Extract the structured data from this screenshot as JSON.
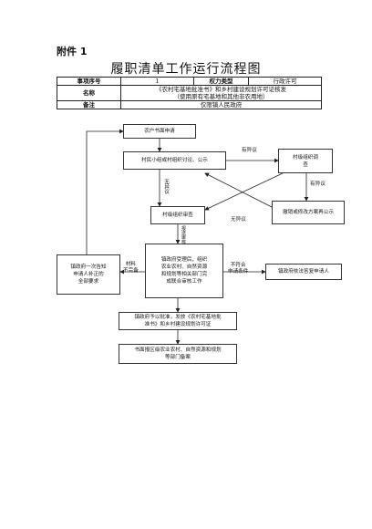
{
  "header": {
    "annex": "附件 1",
    "title": "履职清单工作运行流程图"
  },
  "meta_table": {
    "item_no_label": "事项序号",
    "item_no_value": "1",
    "power_type_label": "权力类型",
    "power_type_value": "行政许可",
    "name_label": "名称",
    "name_value": "《农村宅基地批准书》和乡村建设规划许可证核发\n（使用原有宅基地和其他非农用地）",
    "remark_label": "备注",
    "remark_value": "仅限镇人民政府"
  },
  "flow": {
    "apply": "农户书面申请",
    "discuss": "村民小组或村组织讨论、公示",
    "village_investigate": "村级组织调\n查",
    "withdraw": "撤销或修改方案再公示",
    "village_review": "村级组织审查",
    "town_accept": "镇政府受理后，组织\n农业农村、自然资源\n和规划等相关部门完\n成联合审核工作",
    "notify_supplement": "镇政府一次告知\n申请人补正的\n全部要求",
    "notify_applicant": "镇政府依法答复申请人",
    "approve": "镇政府予以批准，发放《农村宅基地批\n准书》和乡村建设规划许可证",
    "file_report": "书面报区级农业农村、自然资源和规划\n等部门备案"
  },
  "edge_labels": {
    "has_objection_1": "有异议",
    "no_objection_1": "无异议",
    "has_objection_2": "有异议",
    "no_objection_2": "无异议",
    "submit_review": "报\n送\n审\n核",
    "materials_incomplete": "材料\n不完备",
    "not_compliant": "不符合\n申请条件"
  }
}
